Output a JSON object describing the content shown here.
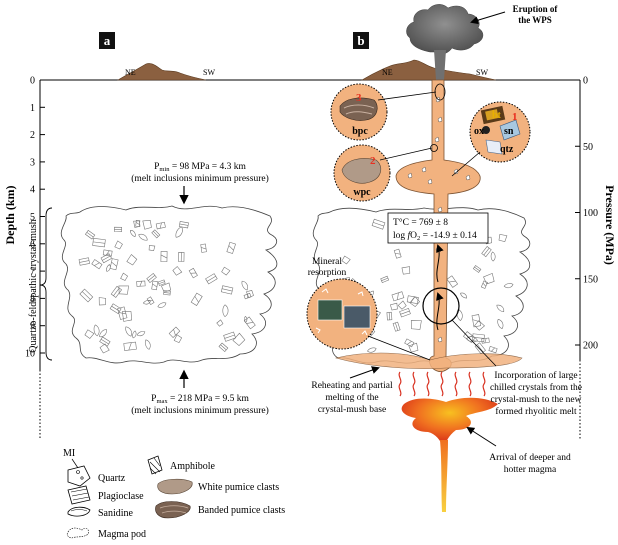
{
  "panels": {
    "a": "a",
    "b": "b"
  },
  "eruption_label": [
    "Eruption of",
    "the WPS"
  ],
  "directions": {
    "ne": "NE",
    "sw": "SW"
  },
  "depth_axis": {
    "label": "Depth (km)",
    "ticks": [
      "0",
      "1",
      "2",
      "3",
      "4",
      "5",
      "6",
      "7",
      "8",
      "9",
      "10"
    ]
  },
  "pressure_axis": {
    "label": "Pressure (MPa)",
    "ticks": [
      "0",
      "50",
      "100",
      "150",
      "200"
    ]
  },
  "crystal_mush_label": "Quartzo-feldspathic crystal-mush",
  "pmin_top": {
    "sub": "min",
    "value": " = 98 MPa = 4.3 km",
    "note": "(melt inclusions minimum pressure)"
  },
  "pmax_bottom": {
    "sub": "max",
    "value": " = 218 MPa = 9.5 km",
    "note": "(melt inclusions minimum pressure)"
  },
  "conditions": {
    "temp": "T°C = 769 ± 8",
    "fo2_prefix": "log ",
    "fo2_suffix": " = -14.9 ± 0.14"
  },
  "clast_labels": {
    "bpc": "bpc",
    "wpc": "wpc",
    "n3": "3",
    "n2": "2",
    "n1": "1",
    "bt": "bt",
    "ox": "ox",
    "sn": "sn",
    "qtz": "qtz"
  },
  "annotations": {
    "resorption": [
      "Mineral",
      "resorption"
    ],
    "reheating": [
      "Reheating and partial",
      "melting of the",
      "crystal-mush base"
    ],
    "incorporation": [
      "Incorporation of large",
      "chilled crystals from the",
      "crystal-mush to the new",
      "formed rhyolitic melt"
    ],
    "arrival": [
      "Arrival of deeper and",
      "hotter magma"
    ]
  },
  "legend": {
    "mi": "MI",
    "quartz": "Quartz",
    "plagioclase": "Plagioclase",
    "sanidine": "Sanidine",
    "magma_pod": "Magma pod",
    "amphibole": "Amphibole",
    "white_pumice": "White pumice clasts",
    "banded_pumice": "Banded pumice clasts"
  },
  "colors": {
    "conduit": "#f2b27f",
    "ground": "#8b6040",
    "ash": "#707070",
    "hot_magma": "#e8501a",
    "magma_core": "#f8c020",
    "heat_lines": "#d83020"
  }
}
